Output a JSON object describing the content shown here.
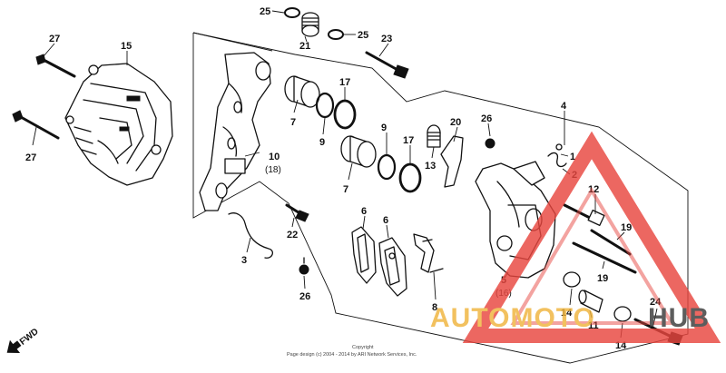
{
  "callouts": {
    "c25a": "25",
    "c21": "21",
    "c25b": "25",
    "c23": "23",
    "c27a": "27",
    "c15": "15",
    "c27b": "27",
    "c7a": "7",
    "c9a": "9",
    "c17a": "17",
    "c10": "10",
    "c10sub": "(18)",
    "c9b": "9",
    "c17b": "17",
    "c7b": "7",
    "c13": "13",
    "c20": "20",
    "c26a": "26",
    "c4": "4",
    "c1": "1",
    "c2": "2",
    "c12": "12",
    "c19a": "19",
    "c19b": "19",
    "c6a": "6",
    "c6b": "6",
    "c22": "22",
    "c3": "3",
    "c26b": "26",
    "c8": "8",
    "c5": "5",
    "c5sub": "(16)",
    "c14a": "14",
    "c11": "11",
    "c24": "24",
    "c14b": "14"
  },
  "fwd": {
    "label": "FWD"
  },
  "copyright": {
    "line1": "Copyright",
    "line2": "Page design (c) 2004 - 2014 by ARI Network Services, Inc."
  },
  "watermark": {
    "part1": "AUTOMOTO",
    "part2": "HUB",
    "color_accent": "#e8463f",
    "color_gold": "#f0b43c",
    "color_dark": "#3a3a3a"
  }
}
